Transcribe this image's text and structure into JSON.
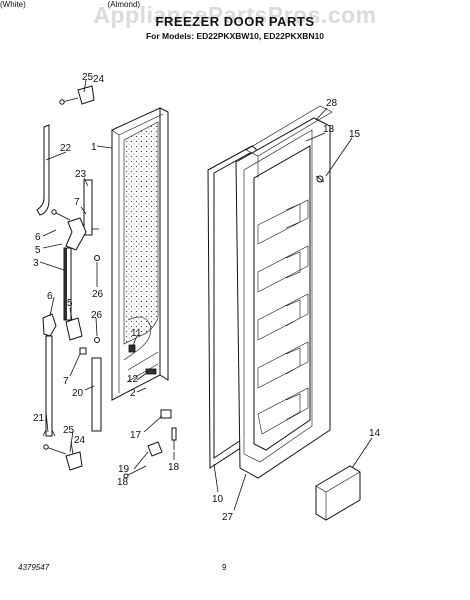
{
  "watermark": "AppliancePartsPros.com",
  "header": {
    "title": "FREEZER DOOR PARTS",
    "models": "For Models: ED22PKXBW10, ED22PKXBN10",
    "variant_white": "(White)",
    "variant_almond": "(Almond)"
  },
  "footer": {
    "doc_number": "4379547",
    "page_number": "9"
  },
  "callouts": {
    "c25a": "25",
    "c24a": "24",
    "c22": "22",
    "c1": "1",
    "c23": "23",
    "c7a": "7",
    "c6a": "6",
    "c5a": "5",
    "c3": "3",
    "c26a": "26",
    "c6b": "6",
    "c5b": "5",
    "c26b": "26",
    "c11": "11",
    "c12": "12",
    "c2": "2",
    "c7b": "7",
    "c20": "20",
    "c21": "21",
    "c17": "17",
    "c25b": "25",
    "c24b": "24",
    "c19": "19",
    "c18a": "18",
    "c18b": "18",
    "c28": "28",
    "c13": "13",
    "c15": "15",
    "c14": "14",
    "c10": "10",
    "c27": "27"
  }
}
